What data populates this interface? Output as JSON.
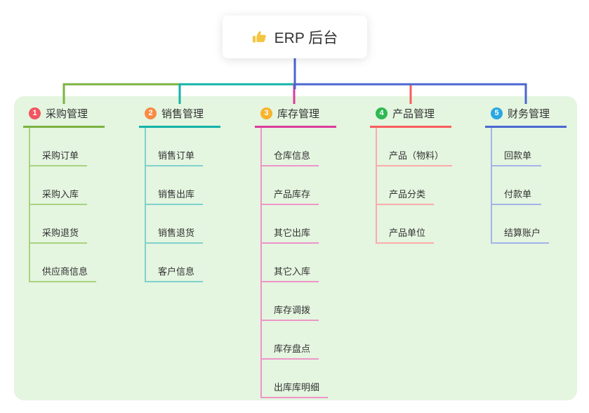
{
  "root": {
    "label": "ERP 后台",
    "icon": "thumbs-up-icon"
  },
  "branches": [
    {
      "label": "采购管理",
      "badge": "1",
      "children": [
        "采购订单",
        "采购入库",
        "采购退货",
        "供应商信息"
      ]
    },
    {
      "label": "销售管理",
      "badge": "2",
      "children": [
        "销售订单",
        "销售出库",
        "销售退货",
        "客户信息"
      ]
    },
    {
      "label": "库存管理",
      "badge": "3",
      "children": [
        "仓库信息",
        "产品库存",
        "其它出库",
        "其它入库",
        "库存调拨",
        "库存盘点",
        "出库库明细"
      ]
    },
    {
      "label": "产品管理",
      "badge": "4",
      "children": [
        "产品（物料）",
        "产品分类",
        "产品单位"
      ]
    },
    {
      "label": "财务管理",
      "badge": "5",
      "children": [
        "回款单",
        "付款单",
        "结算账户"
      ]
    }
  ],
  "colors": {
    "canvas_background": "#ffffff",
    "panel_background": "#e4f5e0",
    "root_connector": "#4c63cf",
    "branch_line_colors": [
      "#7cb342",
      "#13b3a9",
      "#dc3b9d",
      "#f75e5e",
      "#4b66d0"
    ],
    "branch_child_line_colors": [
      "#a9d37f",
      "#7fd2cb",
      "#ee95c8",
      "#fbabab",
      "#a4b4e8"
    ],
    "badge_colors": [
      "#f25561",
      "#f98b43",
      "#f8b32e",
      "#2fb853",
      "#29a7e1"
    ],
    "badge_text_color": "#ffffff",
    "text_color": "#333333",
    "thumbs_up_color": "#f4c53f"
  }
}
